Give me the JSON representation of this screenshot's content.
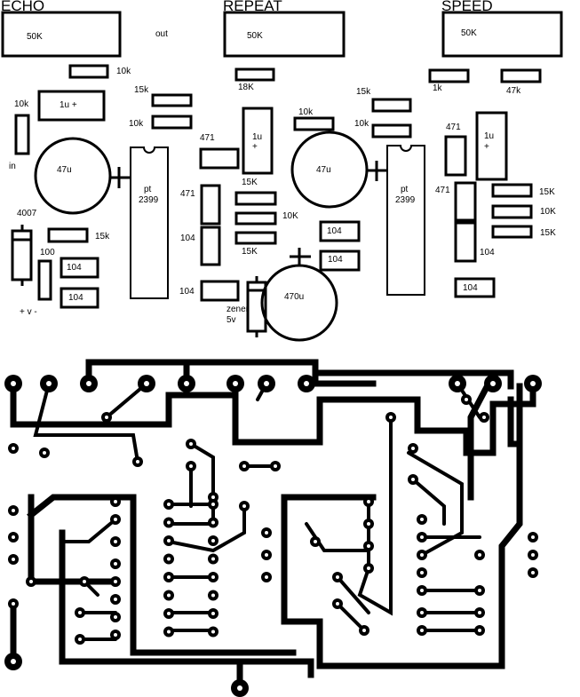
{
  "title": "Echo/Delay PCB Layout (PT2399)",
  "pots": [
    {
      "name": "ECHO",
      "value": "50K"
    },
    {
      "name": "REPEAT",
      "value": "50K"
    },
    {
      "name": "SPEED",
      "value": "50K"
    }
  ],
  "out_label": "out",
  "resistors": [
    "10k",
    "18K",
    "15k",
    "10k",
    "1k",
    "47k",
    "15k",
    "10k",
    "10k",
    "10k",
    "15k",
    "15K",
    "10K",
    "15K",
    "15K",
    "10K",
    "15K",
    "100"
  ],
  "capacitors": {
    "film": [
      "1u +",
      "1u",
      "+",
      "1u",
      "+"
    ],
    "ceramic": [
      "471",
      "471",
      "471",
      "471",
      "104",
      "104",
      "104",
      "104",
      "104",
      "104",
      "104",
      "104"
    ],
    "electrolytic": [
      "47u",
      "47u",
      "470u"
    ]
  },
  "ics": [
    {
      "line1": "pt",
      "line2": "2399"
    },
    {
      "line1": "pt",
      "line2": "2399"
    }
  ],
  "diodes": {
    "rectifier": "4007",
    "zener_line1": "zener",
    "zener_line2": "5v"
  },
  "misc": {
    "in_label": "in",
    "power_label": "+ v  -"
  }
}
